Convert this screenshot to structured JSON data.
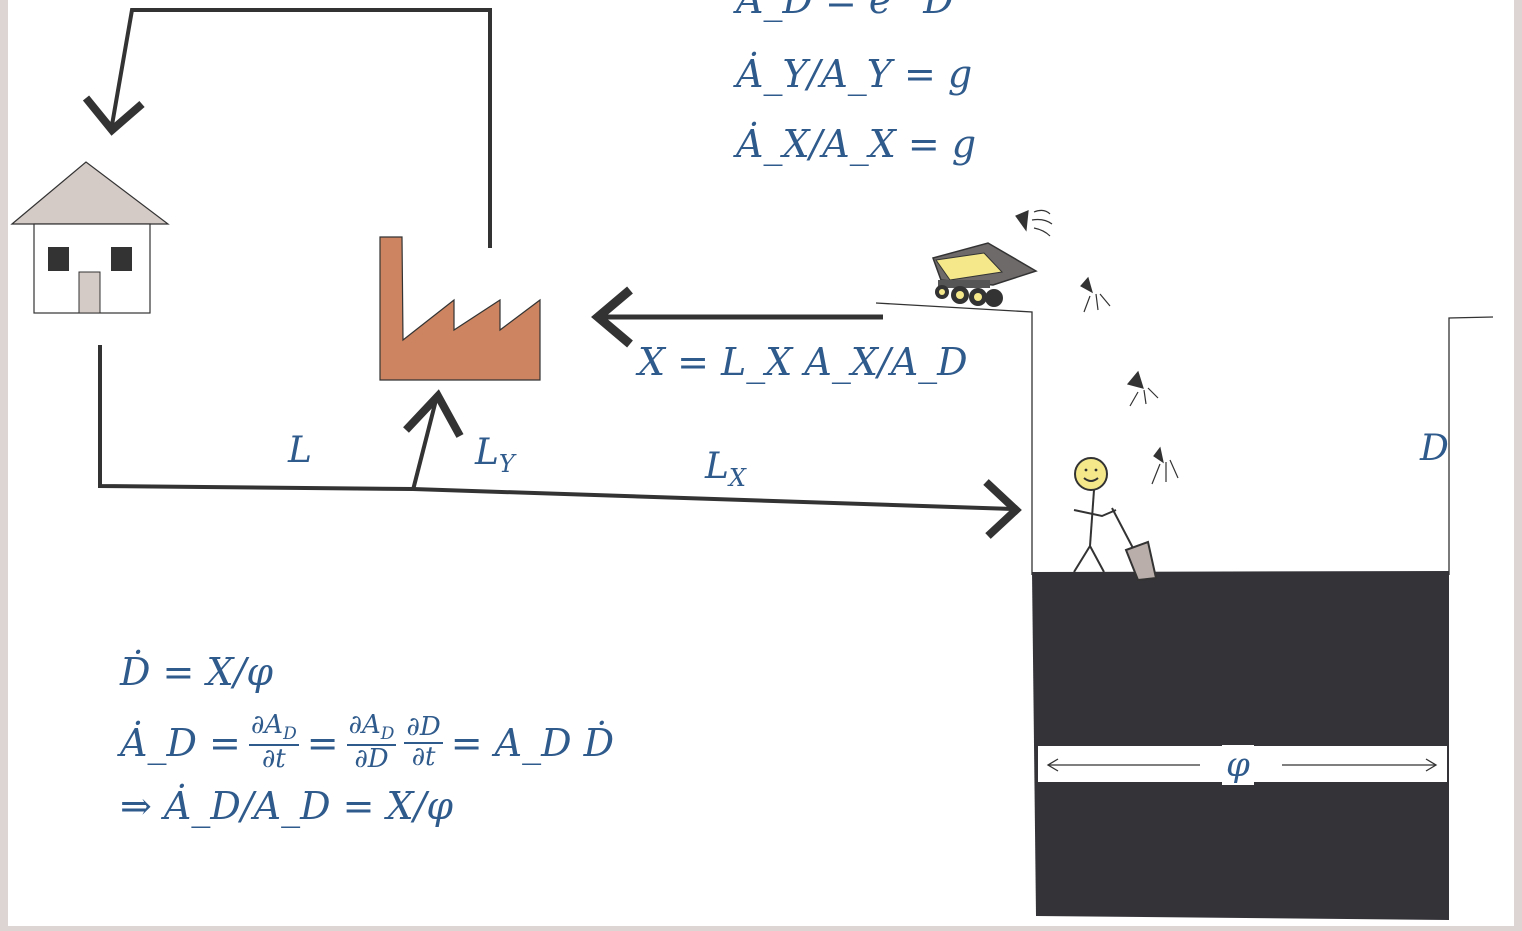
{
  "equations": {
    "top_cut": "A_D = e^D",
    "ay": "Ȧ_Y/A_Y = g",
    "ax": "Ȧ_X/A_X = g",
    "x_def": "X = L_X A_X/A_D",
    "d_dot": "Ḋ = X/φ",
    "ad_dot_lhs": "Ȧ_D =",
    "ad_dot_rhs": "= A_D Ḋ",
    "implies": "⇒ Ȧ_D/A_D = X/φ"
  },
  "labels": {
    "L": "L",
    "LY": "L",
    "LY_sub": "Y",
    "LX": "L",
    "LX_sub": "X",
    "D": "D",
    "phi": "φ"
  },
  "colors": {
    "math": "#2f5a8c",
    "line": "#333333",
    "factory": "#cc8560",
    "roof": "#d4cac6",
    "pit": "#333338",
    "frame": "#ddd5d3"
  }
}
